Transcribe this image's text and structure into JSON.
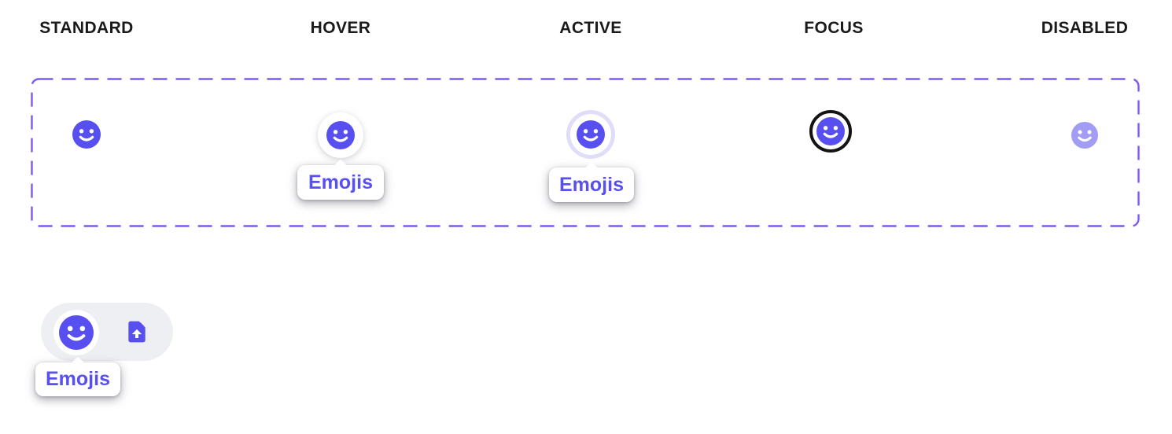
{
  "states": [
    {
      "name": "standard",
      "label": "STANDARD"
    },
    {
      "name": "hover",
      "label": "HOVER",
      "tooltip": "Emojis"
    },
    {
      "name": "active",
      "label": "ACTIVE",
      "tooltip": "Emojis"
    },
    {
      "name": "focus",
      "label": "FOCUS"
    },
    {
      "name": "disabled",
      "label": "DISABLED"
    }
  ],
  "composite": {
    "tooltip": "Emojis",
    "icons": [
      "smiley-face-icon",
      "file-upload-icon"
    ]
  },
  "colors": {
    "primary_purple": "#574fef",
    "disabled_purple": "#a29cf4",
    "active_ring": "#dfddf7",
    "focus_ring": "#131313",
    "dashed_border": "#7a5af0",
    "pill_background": "#edeff3",
    "tooltip_text": "#574fef",
    "header_text": "#1a1a1c",
    "tooltip_background": "#ffffff"
  }
}
